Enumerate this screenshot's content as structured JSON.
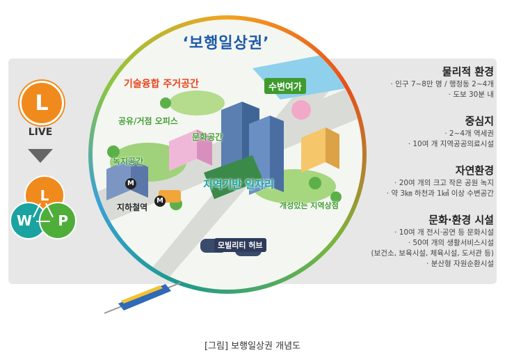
{
  "concept_title": "‘보행일상권’",
  "legend": {
    "live_letter": "L",
    "live_label": "LIVE",
    "venn": {
      "l": "L",
      "w": "W",
      "p": "P"
    }
  },
  "diagram_labels": {
    "tech_residential": "기술융합 주거공간",
    "waterfront": "수변여가",
    "shared_office": "공유/거점 오피스",
    "culture_space": "문화공간",
    "green_space": "녹지공간",
    "local_jobs": "지역기반 일자리",
    "distinct_shops": "개성있는 지역상점",
    "subway_station": "지하철역",
    "mobility_hub": "모빌리티 허브",
    "metro_mark": "M"
  },
  "panel": [
    {
      "title": "물리적 환경",
      "lines": [
        "· 인구 7~8만 명 / 행정동 2~4개",
        "· 도보 30분 내"
      ]
    },
    {
      "title": "중심지",
      "lines": [
        "· 2~4개 역세권",
        "· 10여 개 지역공공의료시설"
      ]
    },
    {
      "title": "자연환경",
      "lines": [
        "· 20여 개의 크고 작은 공원 녹지",
        "· 약 3㎞ 하천과 1㎢ 이상 수변공간"
      ]
    },
    {
      "title": "문화·환경 시설",
      "lines": [
        "· 10여 개 전시·공연 등 문화시설",
        "· 50여 개의 생활서비스시설",
        "(보건소, 보육시설, 체육시설, 도서관 등)",
        "· 분산형 자원순환시설"
      ]
    }
  ],
  "caption": "[그림] 보행일상권 개념도",
  "colors": {
    "orange": "#f08a1c",
    "teal": "#1aa3a0",
    "green": "#4fae3a",
    "title_blue": "#1c5aa6",
    "label_green": "#3f9b2e",
    "label_red": "#e8451e"
  }
}
